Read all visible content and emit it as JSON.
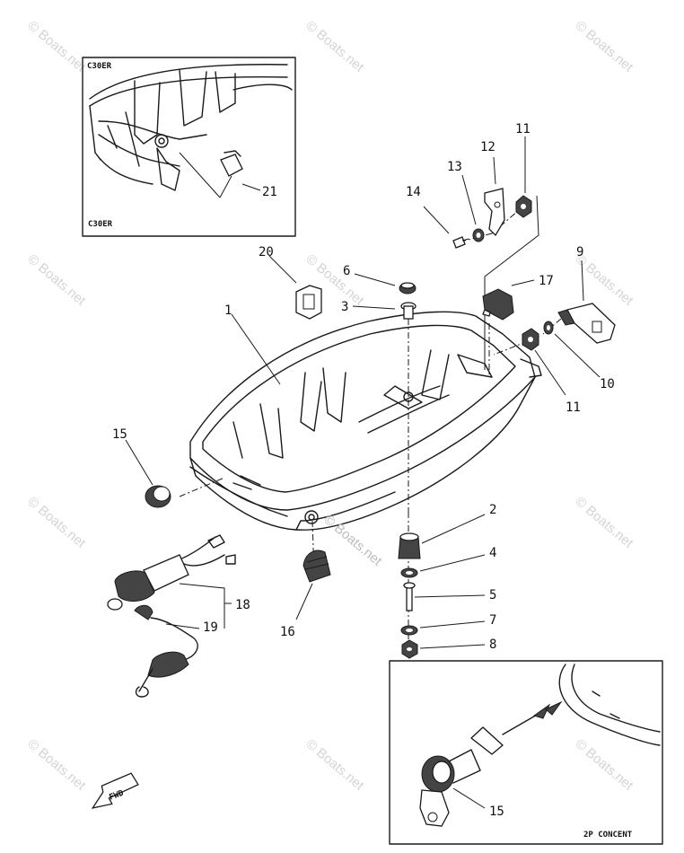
{
  "diagram": {
    "inset_top_label": "C30ER",
    "inset_bottom_label": "2P CONCENT",
    "fwd_label": "FWD",
    "watermark": "© Boats.net",
    "part_numbers": {
      "p1": "1",
      "p2": "2",
      "p3": "3",
      "p4": "4",
      "p5": "5",
      "p6": "6",
      "p7": "7",
      "p8": "8",
      "p9": "9",
      "p10": "10",
      "p11a": "11",
      "p11b": "11",
      "p12": "12",
      "p13": "13",
      "p14": "14",
      "p15a": "15",
      "p15b": "15",
      "p16": "16",
      "p17": "17",
      "p18": "18",
      "p19": "19",
      "p20": "20",
      "p21": "21"
    }
  }
}
